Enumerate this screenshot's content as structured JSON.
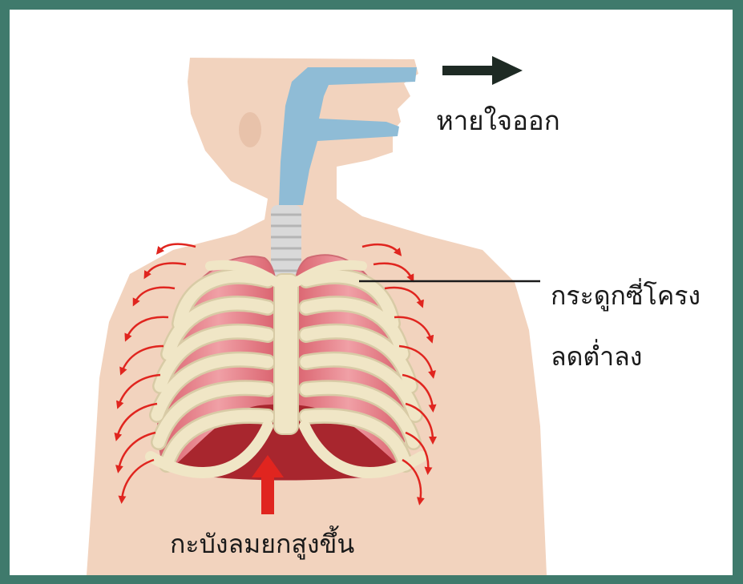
{
  "labels": {
    "exhale": "หายใจออก",
    "ribs_line1": "กระดูกซี่โครง",
    "ribs_line2": "ลดต่ำลง",
    "diaphragm": "กะบังลมยกสูงขึ้น"
  },
  "colors": {
    "frame": "#3f7a6c",
    "skin": "#f2d3be",
    "airway": "#8fbcd6",
    "trachea": "#d9d9d9",
    "lung": "#e8808a",
    "rib": "#f0e6c6",
    "rib_outline": "#d8cba6",
    "diaphragm": "#a8262e",
    "arrow_red": "#e0251f",
    "arrow_dark": "#1e2a24"
  },
  "icons": {
    "exhale_arrow": "arrow-right-icon",
    "diaphragm_arrow": "arrow-up-icon",
    "rib_motion_arrows": "curved-arrow-icon"
  }
}
